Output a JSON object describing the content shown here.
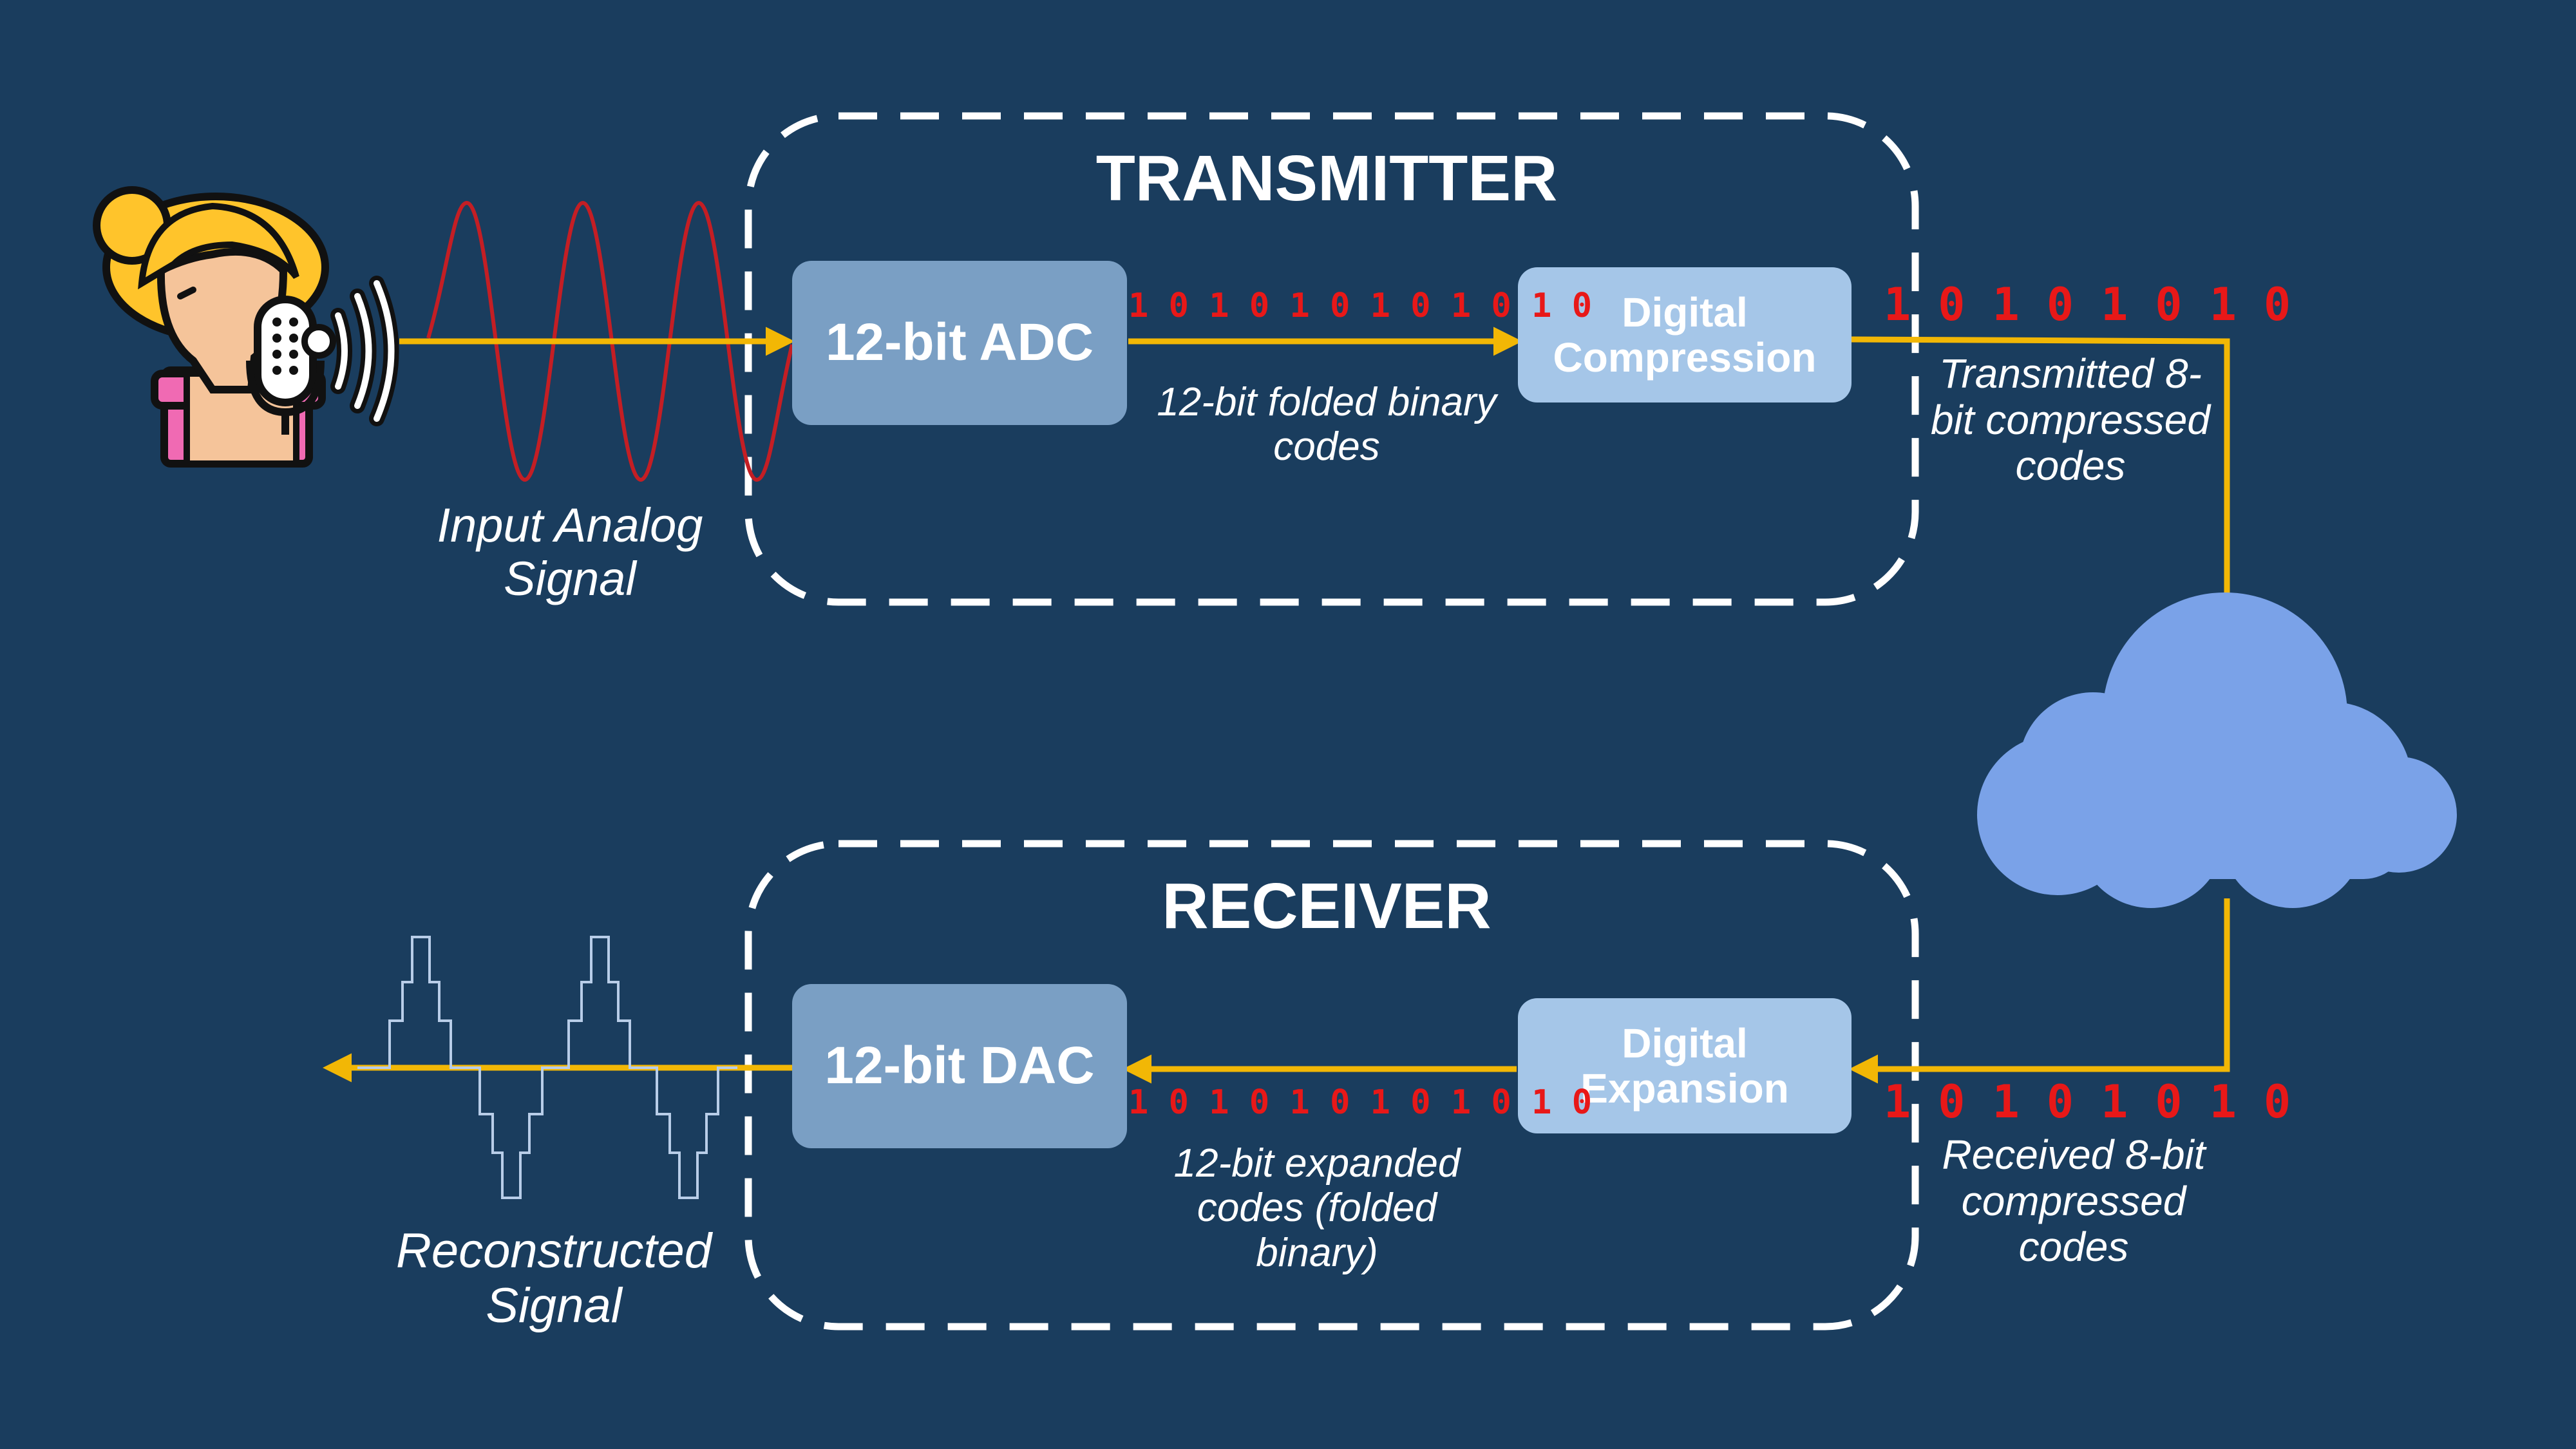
{
  "transmitter": {
    "title": "TRANSMITTER",
    "adc_label": "12-bit ADC",
    "compression_label": "Digital Compression",
    "adc_output_bits": "1 0 1 0 1 0 1 0  1 0 1 0",
    "adc_output_caption": "12-bit folded binary codes",
    "compressed_bits": "1 0 1 0 1 0 1 0",
    "compressed_caption": "Transmitted 8-bit compressed codes"
  },
  "receiver": {
    "title": "RECEIVER",
    "dac_label": "12-bit DAC",
    "expansion_label": "Digital Expansion",
    "received_bits": "1 0 1 0 1 0 1 0",
    "received_caption": "Received 8-bit compressed codes",
    "expanded_bits": "1 0 1 0 1 0 1 0  1 0 1 0",
    "expanded_caption": "12-bit expanded codes (folded binary)"
  },
  "input_signal_label": "Input Analog Signal",
  "output_signal_label": "Reconstructed Signal",
  "icons": [
    "speaker-person-icon",
    "microphone-icon",
    "sound-waves-icon",
    "cloud-icon"
  ],
  "colors": {
    "background": "#1a3d5e",
    "block_dark": "#7a9fc4",
    "block_light": "#a5c6e8",
    "arrow": "#f2b705",
    "bits": "#e81818",
    "analog_wave": "#c41e24",
    "cloud": "#7aa2e8",
    "reconstructed_wave": "#b8cde8"
  }
}
